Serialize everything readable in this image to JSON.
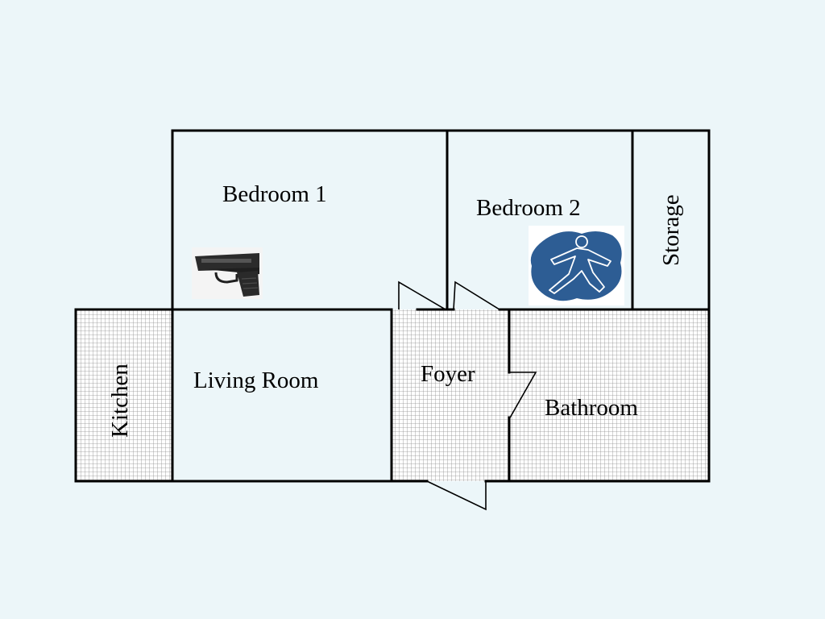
{
  "floor_plan": {
    "rooms": {
      "bedroom1": "Bedroom 1",
      "bedroom2": "Bedroom 2",
      "storage": "Storage",
      "kitchen": "Kitchen",
      "living_room": "Living Room",
      "foyer": "Foyer",
      "bathroom": "Bathroom"
    },
    "icons": {
      "weapon": "handgun-icon",
      "victim": "body-outline-icon"
    },
    "colors": {
      "background": "#ecf6f9",
      "wall": "#000000",
      "grid_floor": "#9a9a9a",
      "body_stain": "#2d5d94",
      "body_outline": "#ffffff"
    }
  }
}
